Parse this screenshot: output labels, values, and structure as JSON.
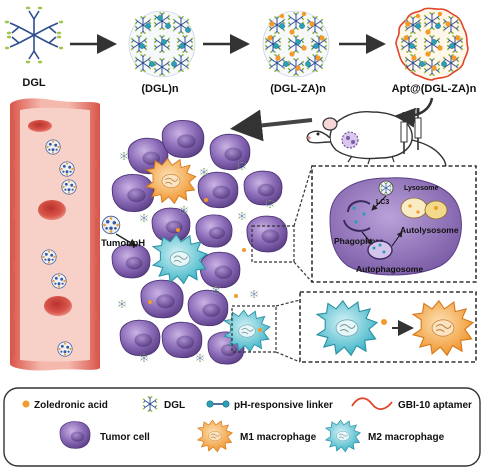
{
  "top_row": {
    "stages": [
      {
        "label": "DGL"
      },
      {
        "label": "(DGL)n"
      },
      {
        "label": "(DGL-ZA)n"
      },
      {
        "label": "Apt@(DGL-ZA)n"
      }
    ]
  },
  "middle": {
    "tumor_ph_label": "Tumor pH"
  },
  "autophagy_panel": {
    "labels": {
      "lc3": "LC3",
      "lysosome": "Lysosome",
      "phagophore": "Phagophore",
      "autolysosome": "Autolysosome",
      "autophagosome": "Autophagosome"
    }
  },
  "legend": {
    "items": [
      {
        "icon": "zoledronic-acid-dot-icon",
        "label": "Zoledronic acid"
      },
      {
        "icon": "dgl-dendrimer-icon",
        "label": "DGL"
      },
      {
        "icon": "ph-linker-icon",
        "label": "pH-responsive linker"
      },
      {
        "icon": "aptamer-wave-icon",
        "label": "GBI-10 aptamer"
      },
      {
        "icon": "tumor-cell-icon",
        "label": "Tumor cell"
      },
      {
        "icon": "m1-macrophage-icon",
        "label": "M1 macrophage"
      },
      {
        "icon": "m2-macrophage-icon",
        "label": "M2 macrophage"
      }
    ]
  },
  "colors": {
    "orange_drug": "#f39a2a",
    "dendrimer_blue": "#2f4f8f",
    "dendrimer_green": "#9fc54a",
    "linker_teal": "#2a9fb5",
    "aptamer_red": "#e0452a",
    "tumor_purple": "#7b5ba6",
    "m1_orange": "#f2a24a",
    "m2_teal": "#4fc0cf",
    "vessel_red": "#e46a5a"
  }
}
